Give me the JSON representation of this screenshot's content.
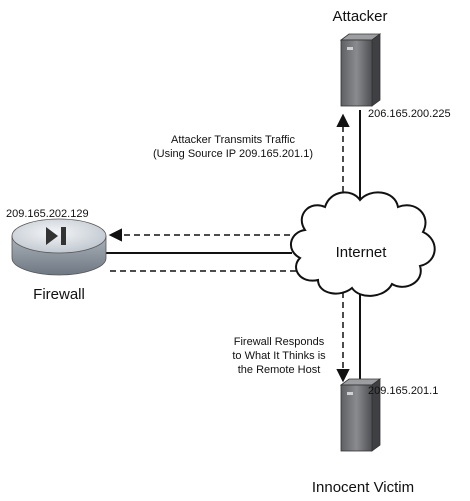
{
  "nodes": {
    "attacker": {
      "label": "Attacker",
      "ip": "206.165.200.225"
    },
    "firewall": {
      "label": "Firewall",
      "ip": "209.165.202.129"
    },
    "internet": {
      "label": "Internet"
    },
    "victim": {
      "label": "Innocent Victim",
      "ip": "209.165.201.1"
    }
  },
  "annotations": {
    "attacker_traffic": [
      "Attacker Transmits Traffic",
      "(Using Source IP 209.165.201.1)"
    ],
    "firewall_response": [
      "Firewall Responds",
      "to What It Thinks is",
      "the Remote Host"
    ]
  }
}
